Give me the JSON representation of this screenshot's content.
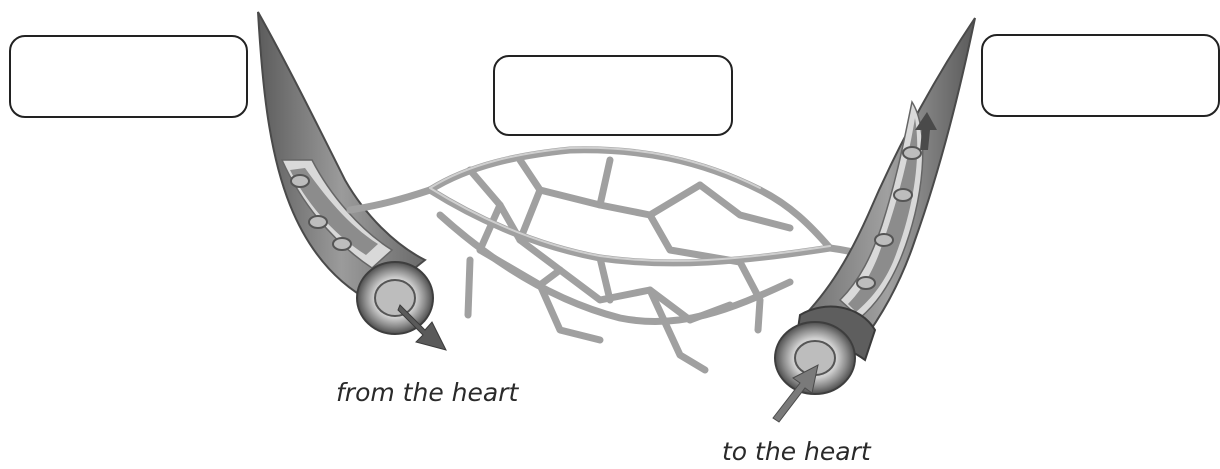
{
  "diagram": {
    "label_boxes": [
      {
        "id": "left",
        "text": ""
      },
      {
        "id": "center",
        "text": ""
      },
      {
        "id": "right",
        "text": ""
      }
    ],
    "captions": {
      "from_heart": "from the heart",
      "to_heart": "to the heart"
    },
    "colors": {
      "vessel_dark": "#6e6e6e",
      "vessel_mid": "#9a9a9a",
      "vessel_light": "#c8c8c8",
      "wall_layer": "#e2e2e2",
      "capillary": "#a6a6a6",
      "outline": "#555555"
    }
  }
}
